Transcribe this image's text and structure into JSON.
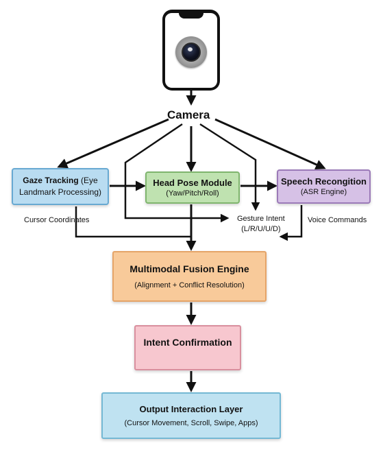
{
  "source": {
    "label": "Camera"
  },
  "modules": {
    "gaze": {
      "title": "Gaze Tracking",
      "title_suffix": "(Eye",
      "subtitle": "Landmark Processing)"
    },
    "head_pose": {
      "title": "Head Pose Module",
      "subtitle": "(Yaw/Pitch/Roll)"
    },
    "speech": {
      "title": "Speech Recongition",
      "subtitle": "(ASR Engine)"
    },
    "fusion": {
      "title": "Multimodal Fusion Engine",
      "subtitle": "(Alignment + Conflict Resolution)"
    },
    "intent": {
      "title": "Intent Confirmation"
    },
    "output": {
      "title": "Output Interaction Layer",
      "subtitle": "(Cursor Movement, Scroll, Swipe, Apps)"
    }
  },
  "edge_labels": {
    "cursor": "Cursor Coordinates",
    "gesture_line1": "Gesture Intent",
    "gesture_line2": "(L/R/U/U/D)",
    "voice": "Voice Commands"
  },
  "icons": {
    "camera": "smartphone-camera-icon"
  },
  "colors": {
    "gaze_fill": "#b9dcf1",
    "head_pose_fill": "#bfe2b0",
    "speech_fill": "#d6c1e6",
    "fusion_fill": "#f8ca9a",
    "intent_fill": "#f7c7cf",
    "output_fill": "#bfe2f1",
    "connector": "#111111"
  }
}
